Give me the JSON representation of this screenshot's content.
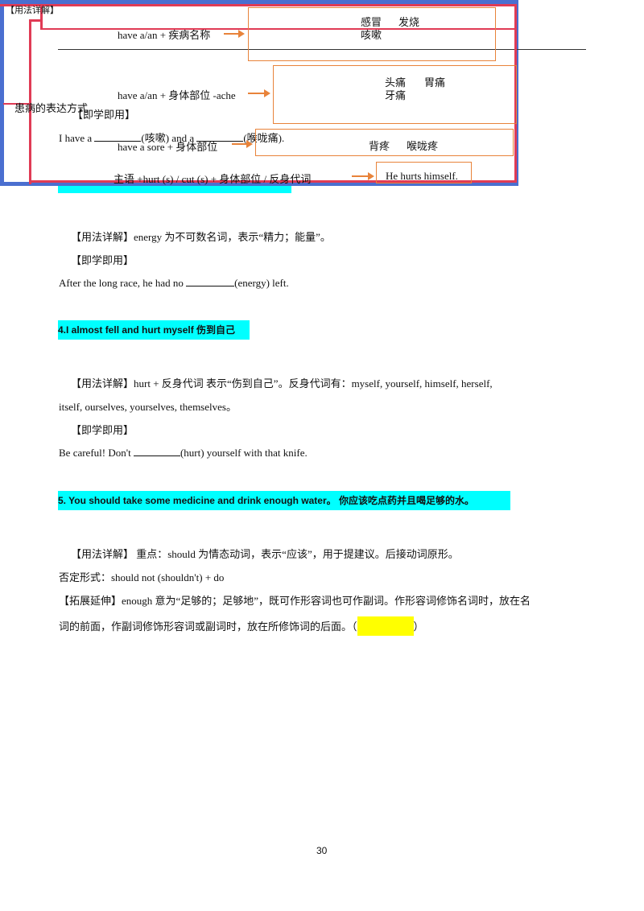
{
  "overlay": {
    "top_tag": "【用法详解】",
    "side_label": "患病的表达方式",
    "row1_formula": "have a/an + 疾病名称",
    "row1_box": [
      "感冒",
      "发烧",
      "咳嗽"
    ],
    "row2_formula": "have a/an + 身体部位 -ache",
    "row2_box": [
      "头痛",
      "胃痛",
      "牙痛"
    ],
    "row3_formula": "have a sore + 身体部位",
    "row3_box": [
      "背疼",
      "喉咙疼"
    ],
    "row4_formula": "主语 +hurt (s) / cut (s) + 身体部位 / 反身代词",
    "row4_box": "He hurts himself."
  },
  "practice1": {
    "label": "【即学即用】",
    "text_before": "I have a",
    "hint1": "(咳嗽) and a",
    "hint2": "(喉咙痛)."
  },
  "section3": {
    "detail": "【用法详解】energy 为不可数名词，表示“精力；能量”。",
    "practice_label": "【即学即用】",
    "practice_before": "After the long race, he had no",
    "practice_after": "(energy) left."
  },
  "section4": {
    "heading": "4.I almost fell and hurt myself  伤到自己",
    "detail_line1": "【用法详解】hurt + 反身代词 表示“伤到自己”。反身代词有：myself, yourself, himself, herself,",
    "detail_line2": "itself, ourselves, yourselves, themselves。",
    "practice_label": "【即学即用】",
    "practice_before": "Be careful! Don't",
    "practice_after": "(hurt) yourself with that knife."
  },
  "section5": {
    "heading": "5. You should take some medicine and drink enough water。  你应该吃点药并且喝足够的水。",
    "detail_line1": "【用法详解】 重点：should 为情态动词，表示“应该”，用于提建议。后接动词原形。",
    "detail_line2": "否定形式：should not (shouldn't) + do",
    "ext_line1": "【拓展延伸】enough  意为“足够的；足够地”，既可作形容词也可作副词。作形容词修饰名词时，放在名",
    "ext_line2": "词的前面，作副词修饰形容词或副词时，放在所修饰词的后面。（",
    "ext_tail": "）"
  },
  "page_number": "30"
}
